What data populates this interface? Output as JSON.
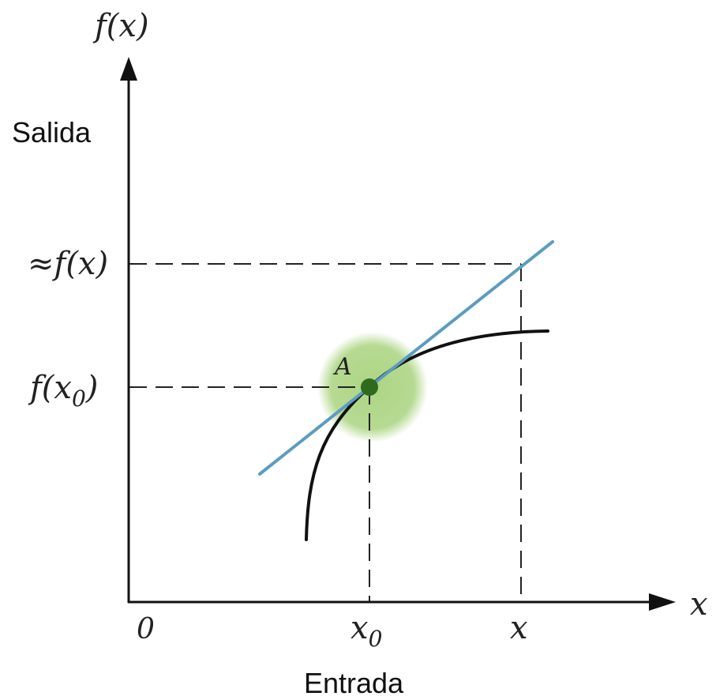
{
  "labels": {
    "y_axis": "f(x)",
    "x_axis": "x",
    "y_title": "Salida",
    "x_title": "Entrada",
    "origin": "0",
    "approx_fx": "≈f(x)",
    "fx0_f": "f(x",
    "fx0_sub": "0",
    "fx0_close": ")",
    "x0_main": "x",
    "x0_sub": "0",
    "x_tick": "x",
    "point": "A"
  },
  "colors": {
    "tangent": "#5b9cc0",
    "curve": "#111111",
    "point": "#2e6b1f",
    "highlight": "#a9d37e",
    "axes": "#111111",
    "guides": "#222222"
  }
}
